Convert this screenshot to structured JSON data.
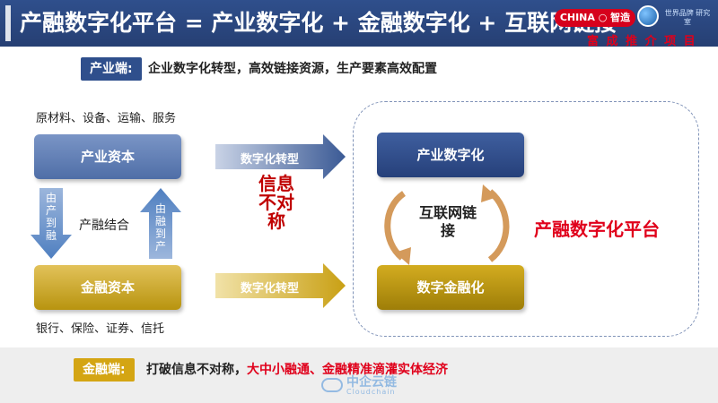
{
  "header": {
    "title": "产融数字化平台 = 产业数字化 + 金融数字化 + 互联网链接",
    "logo_pill": "CHINA ○ 智造",
    "logo_small": "世界品牌 研究室",
    "logo_slogan": "富 成 推 介 项 目"
  },
  "industry_side": {
    "badge": "产业端:",
    "description": "企业数字化转型，高效链接资源，生产要素高效配置"
  },
  "finance_side": {
    "badge": "金融端:",
    "description_black": "打破信息不对称，",
    "description_red": "大中小融通、金融精准滴灌实体经济"
  },
  "left": {
    "top_caption": "原材料、设备、运输、服务",
    "industrial_capital": "产业资本",
    "financial_capital": "金融资本",
    "bottom_caption": "银行、保险、证券、信托",
    "down_arrow_text": "由产到融",
    "up_arrow_text": "由融到产",
    "middle_label": "产融结合"
  },
  "middle": {
    "top_arrow_label": "数字化转型",
    "bottom_arrow_label": "数字化转型",
    "asymmetry_text": "信息不对称"
  },
  "right": {
    "industrial_digitalization": "产业数字化",
    "digital_finance": "数字金融化",
    "interconnect_text": "互联网链接",
    "platform_label": "产融数字化平台"
  },
  "watermark": {
    "name": "中企云链",
    "sub": "Cloudchain"
  },
  "colors": {
    "navy": "#2f4f8c",
    "gold": "#d4a513",
    "red": "#e0001b",
    "dark_red": "#c00000"
  }
}
